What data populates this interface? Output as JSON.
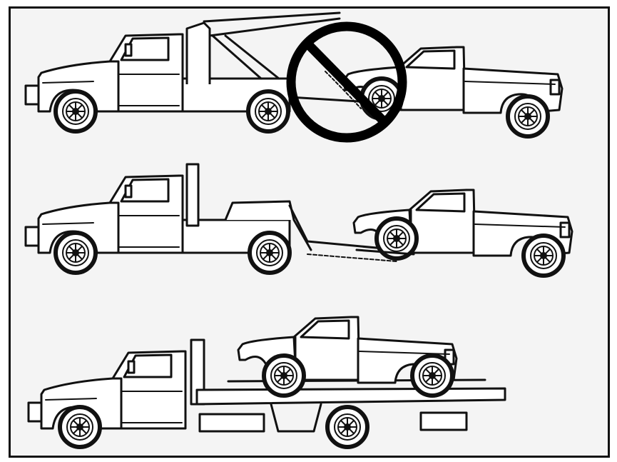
{
  "figure": {
    "panels": [
      {
        "id": "wheel-lift-sling",
        "status": "prohibited",
        "symbol": "prohibition-circle-icon"
      },
      {
        "id": "wheel-lift-dolly",
        "status": "allowed"
      },
      {
        "id": "flatbed-carrier",
        "status": "allowed"
      }
    ],
    "colors": {
      "line": "#111111",
      "background": "#f4f4f4",
      "fill": "#ffffff"
    }
  }
}
